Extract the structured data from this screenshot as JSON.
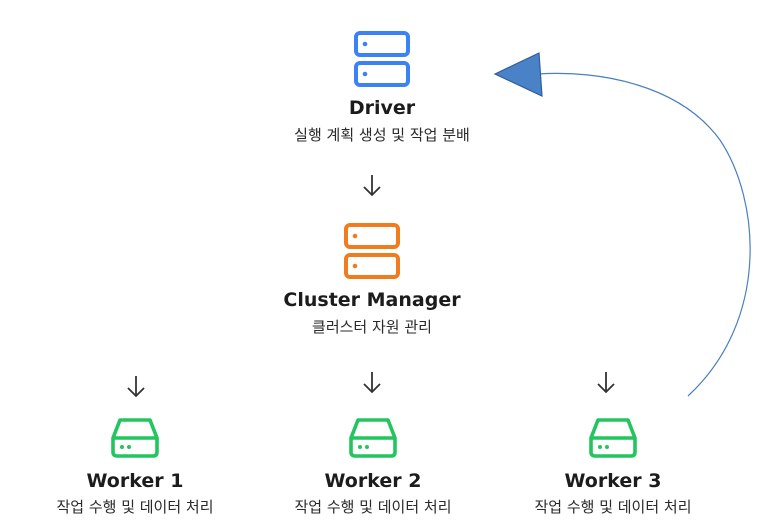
{
  "driver": {
    "title": "Driver",
    "subtitle": "실행 계획 생성 및 작업 분배",
    "color": "#3b82f6",
    "icon": "server-icon"
  },
  "cluster_manager": {
    "title": "Cluster Manager",
    "subtitle": "클러스터 자원 관리",
    "color": "#f07c1e",
    "icon": "server-icon"
  },
  "workers": [
    {
      "title": "Worker 1",
      "subtitle": "작업 수행 및 데이터 처리",
      "color": "#22c55e",
      "icon": "hard-drive-icon"
    },
    {
      "title": "Worker 2",
      "subtitle": "작업 수행 및 데이터 처리",
      "color": "#22c55e",
      "icon": "hard-drive-icon"
    },
    {
      "title": "Worker 3",
      "subtitle": "작업 수행 및 데이터 처리",
      "color": "#22c55e",
      "icon": "hard-drive-icon"
    }
  ],
  "edges": [
    {
      "from": "Driver",
      "to": "Cluster Manager"
    },
    {
      "from": "Cluster Manager",
      "to": "Worker 1"
    },
    {
      "from": "Cluster Manager",
      "to": "Worker 2"
    },
    {
      "from": "Cluster Manager",
      "to": "Worker 3"
    },
    {
      "from": "Worker 3",
      "to": "Driver",
      "style": "curved",
      "color": "#4a7fc1"
    }
  ]
}
